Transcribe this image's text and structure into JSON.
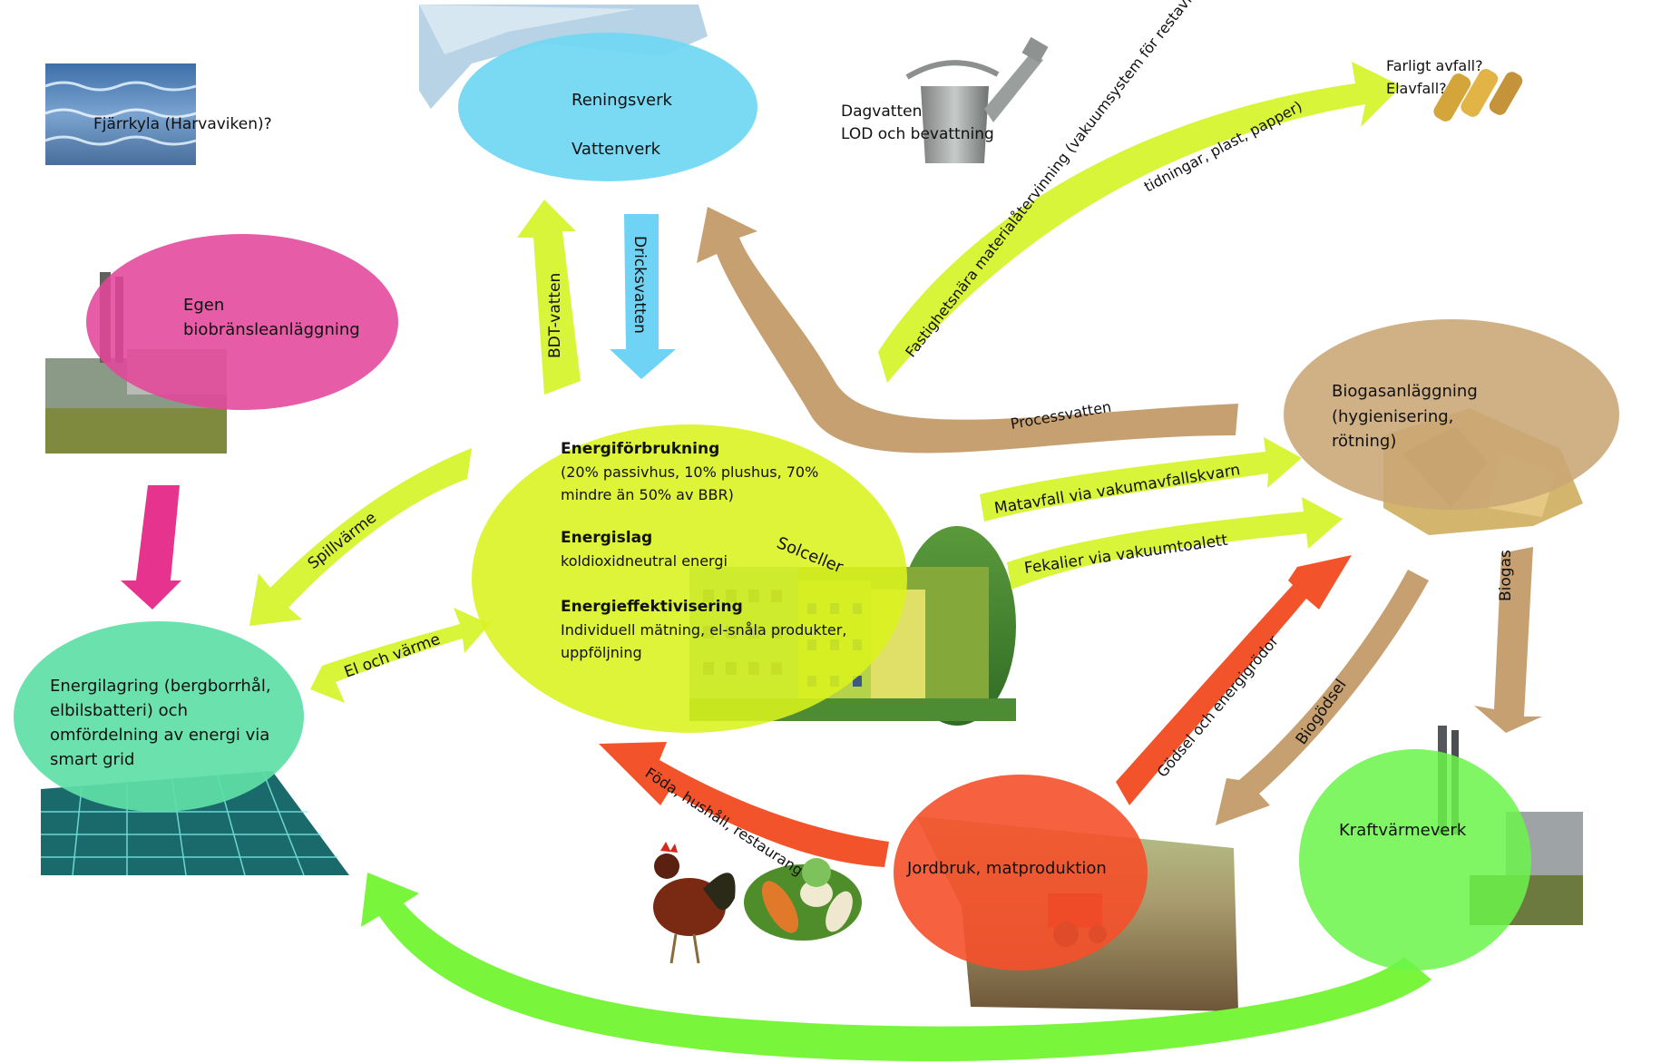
{
  "nodes": {
    "fjarrkyla": "Fjärrkyla (Harvaviken)?",
    "reningsverk": "Reningsverk",
    "vattenverk": "Vattenverk",
    "dagvatten": "Dagvatten",
    "lod": "LOD och bevattning",
    "farligt": "Farligt avfall?",
    "elavfall": "Elavfall?",
    "egen_1": "Egen",
    "egen_2": "biobränsleanläggning",
    "energi_title": "Energiförbrukning",
    "energi_l1": "(20% passivhus, 10% plushus, 70%",
    "energi_l2": "mindre än 50% av BBR)",
    "energislag_title": "Energislag",
    "energislag_text": "koldioxidneutral energi",
    "effekt_title": "Energieffektivisering",
    "effekt_l1": "Individuell mätning, el-snåla produkter,",
    "effekt_l2": "uppföljning",
    "solceller": "Solceller",
    "biogas_1": "Biogasanläggning",
    "biogas_2": "(hygienisering,",
    "biogas_3": "rötning)",
    "lagring_1": "Energilagring (bergborrhål,",
    "lagring_2": "elbilsbatteri) och",
    "lagring_3": "omfördelning av energi via",
    "lagring_4": "smart grid",
    "jordbruk": "Jordbruk, matproduktion",
    "kraft": "Kraftvärmeverk"
  },
  "flows": {
    "bdt": "BDT-vatten",
    "dricks": "Dricksvatten",
    "fastighet_1": "Fastighetsnära materialåtervinning (vakuumsystem för restavfall,",
    "fastighet_2": "tidningar, plast, papper)",
    "process": "Processvatten",
    "spill": "Spillvärme",
    "el": "El och värme",
    "matavfall": "Matavfall via vakumavfallskvarn",
    "fekalier": "Fekalier via vakuumtoalett",
    "godsel": "Gödsel och energigrödor",
    "biogodsel": "Biogödsel",
    "biogasflow": "Biogas",
    "foda": "Föda, hushåll, restaurang"
  },
  "colors": {
    "yellow_green": "#d9f21c",
    "cyan": "#6fd7f3",
    "magenta": "#e2459a",
    "aquamarine": "#5ee0a6",
    "tan": "#c9a675",
    "red_orange": "#f5502a",
    "bright_green": "#6bf54a",
    "arrow_yellow": "#d8f53a",
    "arrow_cyan": "#6fd3f6",
    "arrow_pink": "#e6338e",
    "arrow_tan": "#c6a070",
    "arrow_red": "#f3532b",
    "arrow_green": "#79f53c"
  }
}
